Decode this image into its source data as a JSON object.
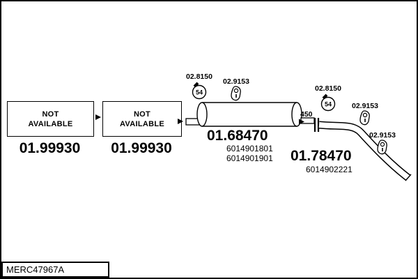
{
  "page": {
    "ref_code": "MERC47967A"
  },
  "parts": {
    "not_available": [
      {
        "line1": "NOT",
        "line2": "AVAILABLE",
        "number": "01.99930"
      },
      {
        "line1": "NOT",
        "line2": "AVAILABLE",
        "number": "01.99930"
      }
    ],
    "muffler": {
      "number": "01.68470",
      "oem1": "6014901801",
      "oem2": "6014901901",
      "length": "450"
    },
    "tailpipe": {
      "number": "01.78470",
      "oem1": "6014902221"
    },
    "clamps": [
      {
        "number": "02.8150",
        "badge": "54"
      },
      {
        "number": "02.9153"
      },
      {
        "number": "02.8150",
        "badge": "54"
      },
      {
        "number": "02.9153"
      },
      {
        "number": "02.9153"
      }
    ]
  }
}
